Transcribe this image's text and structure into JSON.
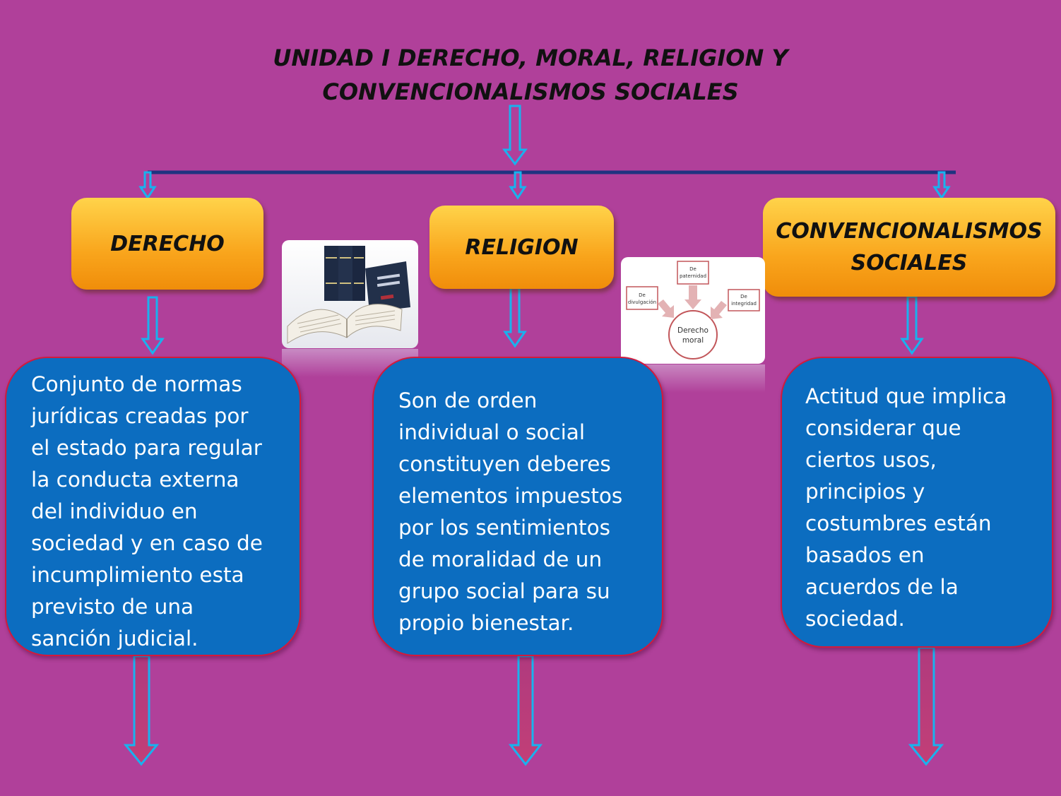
{
  "title_lines": [
    "UNIDAD I DERECHO, MORAL, RELIGION Y",
    "CONVENCIONALISMOS SOCIALES"
  ],
  "headers": {
    "derecho": "DERECHO",
    "religion": "RELIGION",
    "convencionalismos_line1": "CONVENCIONALISMOS",
    "convencionalismos_line2": "SOCIALES"
  },
  "descriptions": {
    "derecho": [
      "Conjunto de normas",
      "jurídicas creadas por",
      "el estado para regular",
      "la conducta externa",
      "del individuo en",
      "sociedad y en caso de",
      "incumplimiento esta",
      "previsto de una",
      "sanción judicial."
    ],
    "religion": [
      "Son de orden",
      "individual o social",
      "constituyen deberes",
      "elementos impuestos",
      "por los sentimientos",
      "de moralidad de un",
      "grupo social para su",
      "propio bienestar."
    ],
    "convencionalismos": [
      "Actitud que implica",
      "considerar que",
      "ciertos usos,",
      "principios y",
      "costumbres están",
      "basados en",
      "acuerdos de la",
      "sociedad."
    ]
  },
  "moral_diagram": {
    "center": [
      "Derecho",
      "moral"
    ],
    "top": [
      "De",
      "paternidad"
    ],
    "left": [
      "De",
      "divulgación"
    ],
    "right": [
      "De",
      "integridad"
    ]
  },
  "colors": {
    "background": "#b0409a",
    "header_fill": "#f9a51c",
    "description_fill": "#0c6dc0",
    "description_border": "#d21a3c",
    "connector_line": "#1f3380",
    "arrow_outline": "#19b2ee"
  },
  "icons": {
    "law_books_image": "codigo-civil-books",
    "arrows": "block-arrow-down"
  }
}
